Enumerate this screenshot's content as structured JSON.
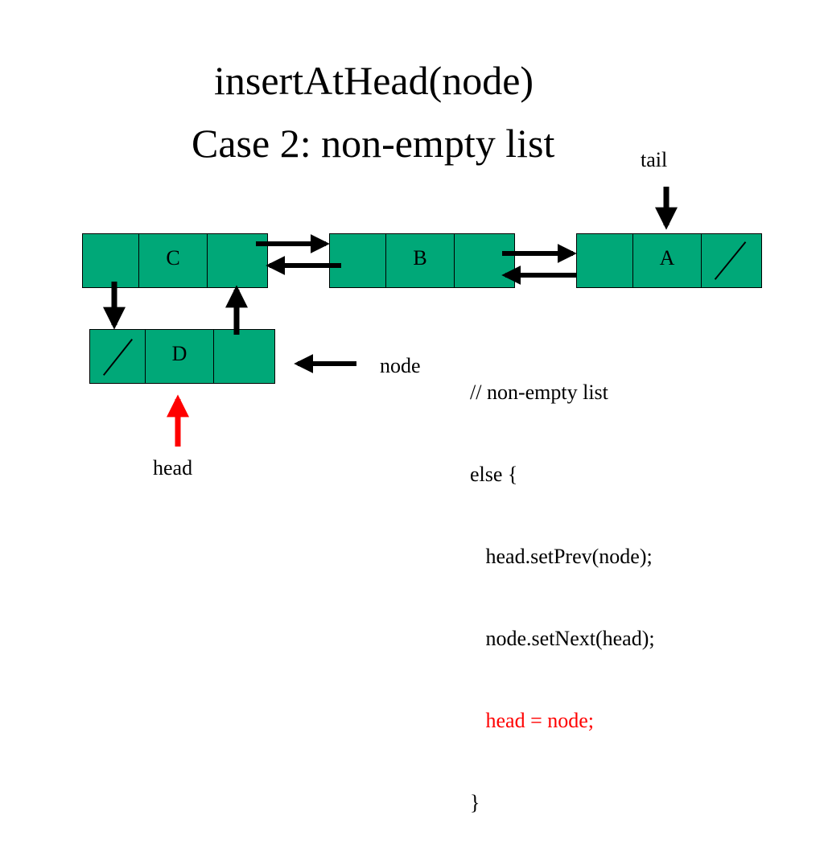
{
  "title": {
    "line1": "insertAtHead(node)",
    "line2": "Case 2: non-empty list"
  },
  "labels": {
    "tail": "tail",
    "node": "node",
    "head": "head"
  },
  "nodes": {
    "c": {
      "value": "C"
    },
    "b": {
      "value": "B"
    },
    "a": {
      "value": "A"
    },
    "d": {
      "value": "D"
    }
  },
  "code": {
    "lines": [
      "// non-empty list",
      "else {",
      "   head.setPrev(node);",
      "   node.setNext(head);",
      "   head = node;",
      "}"
    ]
  },
  "colors": {
    "node_fill": "#00a878",
    "highlight": "#ff0000",
    "head_arrow": "#ff0000"
  }
}
